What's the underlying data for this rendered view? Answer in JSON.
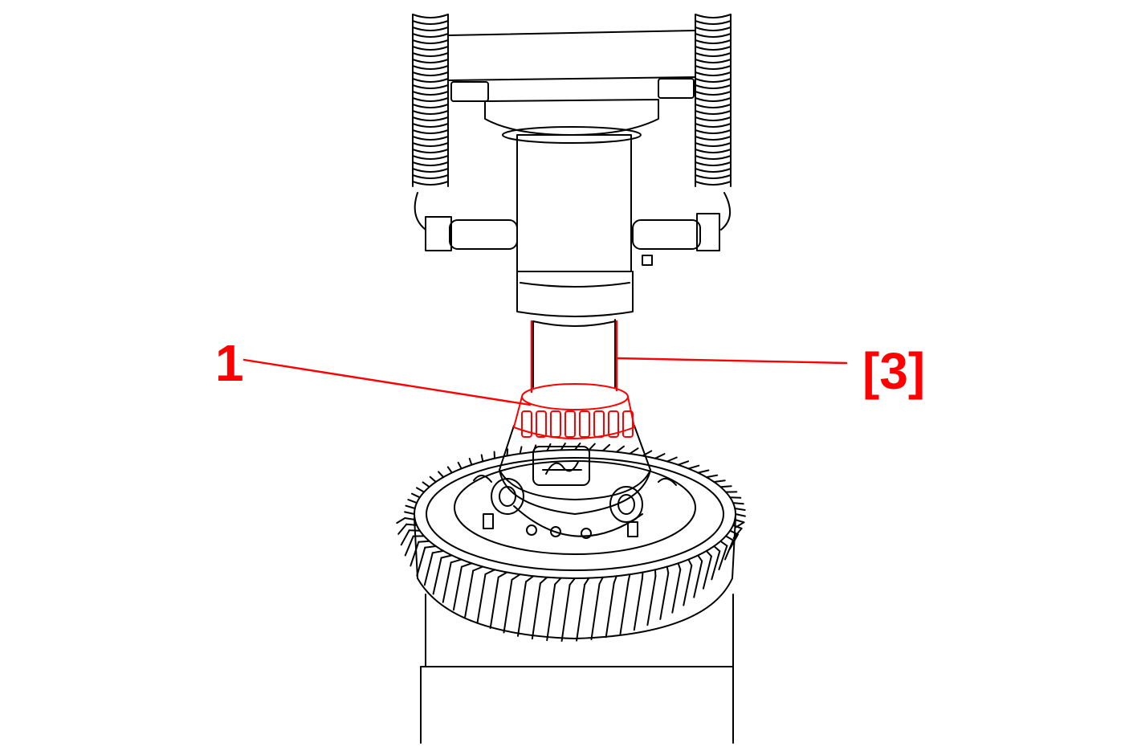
{
  "callouts": [
    {
      "id": "1",
      "text": "1"
    },
    {
      "id": "3",
      "text": "[3]"
    }
  ],
  "colors": {
    "line": "#000000",
    "highlight": "#ff0000",
    "background": "#ffffff"
  },
  "icons": {
    "press": "hydraulic-press-icon",
    "bearing": "tapered-roller-bearing-icon",
    "tool": "bearing-installer-tool-icon",
    "gear": "ring-gear-icon"
  }
}
